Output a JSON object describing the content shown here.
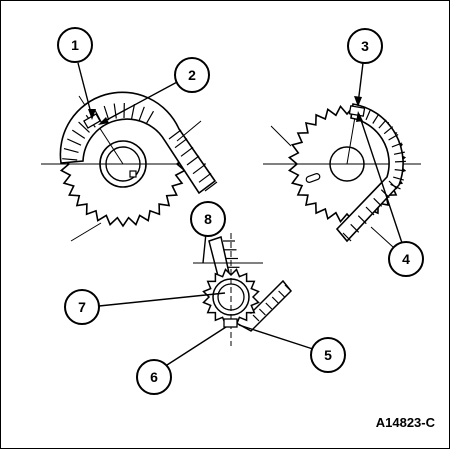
{
  "figure": {
    "id_label": "A14823-C",
    "callouts": [
      {
        "label": "1"
      },
      {
        "label": "2"
      },
      {
        "label": "3"
      },
      {
        "label": "4"
      },
      {
        "label": "5"
      },
      {
        "label": "6"
      },
      {
        "label": "7"
      },
      {
        "label": "8"
      }
    ]
  },
  "colors": {
    "ink": "#000000",
    "paper": "#ffffff"
  }
}
